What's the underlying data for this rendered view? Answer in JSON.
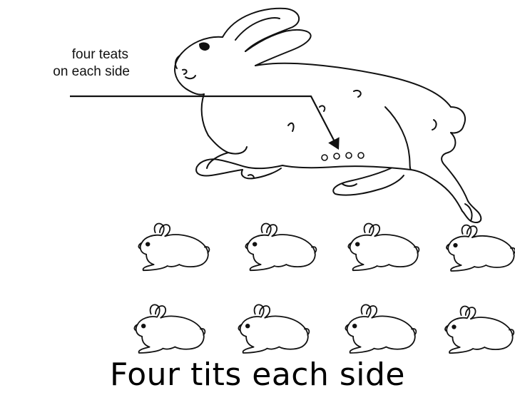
{
  "label": {
    "line1": "four teats",
    "line2": "on each side"
  },
  "caption": "Four tits each side",
  "offspring": {
    "rows": 2,
    "per_row": 4,
    "total": 8
  },
  "teats_per_side": 4,
  "colors": {
    "ink": "#111111",
    "background": "#ffffff"
  }
}
